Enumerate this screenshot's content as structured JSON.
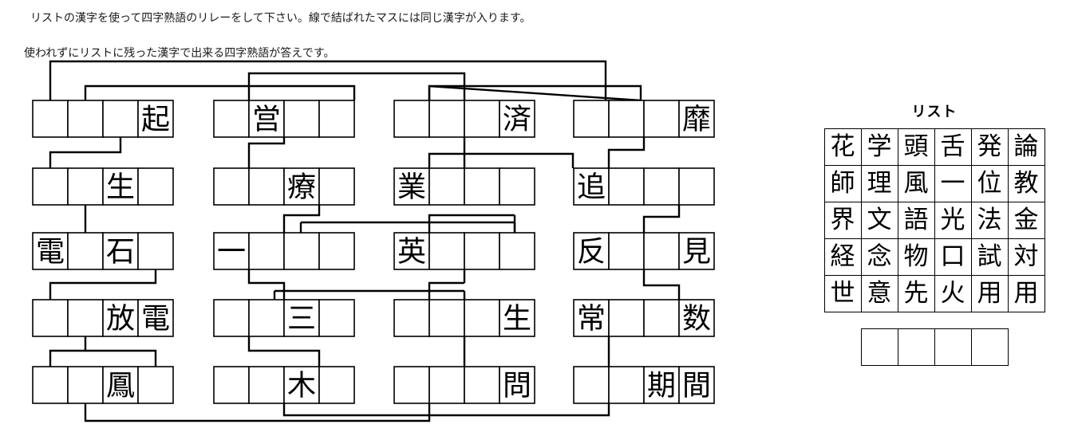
{
  "instructions": {
    "line1": "リストの漢字を使って四字熟語のリレーをして下さい。線で結ばれたマスには同じ漢字が入ります。",
    "line2": "使われずにリストに残った漢字で出来る四字熟語が答えです。"
  },
  "puzzle": {
    "columns": 4,
    "rows": 6,
    "groups": 4,
    "grid": [
      {
        "row": 1,
        "group": 1,
        "cells": [
          "",
          "",
          "",
          "起"
        ]
      },
      {
        "row": 1,
        "group": 2,
        "cells": [
          "",
          "営",
          "",
          ""
        ]
      },
      {
        "row": 1,
        "group": 3,
        "cells": [
          "",
          "",
          "",
          "済"
        ]
      },
      {
        "row": 1,
        "group": 4,
        "cells": [
          "",
          "",
          "",
          "靡"
        ]
      },
      {
        "row": 2,
        "group": 1,
        "cells": [
          "",
          "",
          "生",
          ""
        ]
      },
      {
        "row": 2,
        "group": 2,
        "cells": [
          "",
          "",
          "療",
          ""
        ]
      },
      {
        "row": 2,
        "group": 3,
        "cells": [
          "業",
          "",
          "",
          ""
        ]
      },
      {
        "row": 2,
        "group": 4,
        "cells": [
          "追",
          "",
          "",
          ""
        ]
      },
      {
        "row": 3,
        "group": 1,
        "cells": [
          "電",
          "",
          "石",
          ""
        ]
      },
      {
        "row": 3,
        "group": 2,
        "cells": [
          "一",
          "",
          "",
          ""
        ]
      },
      {
        "row": 3,
        "group": 3,
        "cells": [
          "英",
          "",
          "",
          ""
        ]
      },
      {
        "row": 3,
        "group": 4,
        "cells": [
          "反",
          "",
          "",
          "見"
        ]
      },
      {
        "row": 4,
        "group": 1,
        "cells": [
          "",
          "",
          "放",
          "電"
        ]
      },
      {
        "row": 4,
        "group": 2,
        "cells": [
          "",
          "",
          "三",
          ""
        ]
      },
      {
        "row": 4,
        "group": 3,
        "cells": [
          "",
          "",
          "",
          "生"
        ]
      },
      {
        "row": 4,
        "group": 4,
        "cells": [
          "常",
          "",
          "",
          "数"
        ]
      },
      {
        "row": 5,
        "group": 1,
        "cells": [
          "",
          "",
          "鳳",
          ""
        ]
      },
      {
        "row": 5,
        "group": 2,
        "cells": [
          "",
          "",
          "木",
          ""
        ]
      },
      {
        "row": 5,
        "group": 3,
        "cells": [
          "",
          "",
          "",
          "問"
        ]
      },
      {
        "row": 5,
        "group": 4,
        "cells": [
          "",
          "",
          "期",
          "間"
        ]
      }
    ]
  },
  "list": {
    "title": "リスト",
    "rows": [
      [
        "花",
        "学",
        "頭",
        "舌",
        "発",
        "論"
      ],
      [
        "師",
        "理",
        "風",
        "一",
        "位",
        "教"
      ],
      [
        "界",
        "文",
        "語",
        "光",
        "法",
        "金"
      ],
      [
        "経",
        "念",
        "物",
        "口",
        "試",
        "対"
      ],
      [
        "世",
        "意",
        "先",
        "火",
        "用",
        "用"
      ]
    ]
  },
  "answer": {
    "cells": [
      "",
      "",
      "",
      ""
    ]
  },
  "colors": {
    "ink": "#000000",
    "background": "#ffffff"
  }
}
